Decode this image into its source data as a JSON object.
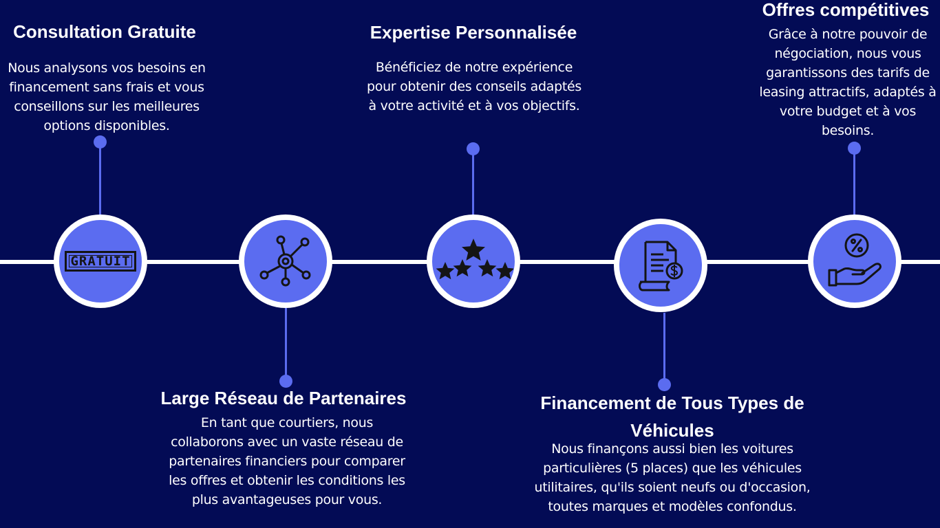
{
  "colors": {
    "background": "#030b55",
    "accent": "#5b6cf0",
    "line": "#ffffff",
    "icon": "#141414"
  },
  "steps": [
    {
      "title": "Consultation Gratuite",
      "description": "Nous analysons vos besoins en financement sans frais et vous conseillons sur les meilleures options disponibles.",
      "icon": "gratuit-stamp-icon",
      "icon_text": "GRATUIT"
    },
    {
      "title": "Large Réseau de Partenaires",
      "description": "En tant que courtiers, nous collaborons avec un vaste réseau de partenaires financiers pour comparer les offres et obtenir les conditions les plus avantageuses pour vous.",
      "icon": "network-icon"
    },
    {
      "title": "Expertise Personnalisée",
      "description": "Bénéficiez de notre expérience pour obtenir des conseils adaptés à votre activité et à vos objectifs.",
      "icon": "stars-rating-icon"
    },
    {
      "title": "Financement de Tous Types de Véhicules",
      "description": "Nous finançons aussi bien les voitures particulières (5 places) que les véhicules utilitaires, qu'ils soient neufs ou d'occasion, toutes marques et modèles confondus.",
      "icon": "invoice-dollar-icon"
    },
    {
      "title": "Offres compétitives",
      "description": "Grâce à notre pouvoir de négociation, nous vous garantissons des tarifs de leasing attractifs, adaptés à votre budget et à vos besoins.",
      "icon": "hand-percent-icon"
    }
  ]
}
